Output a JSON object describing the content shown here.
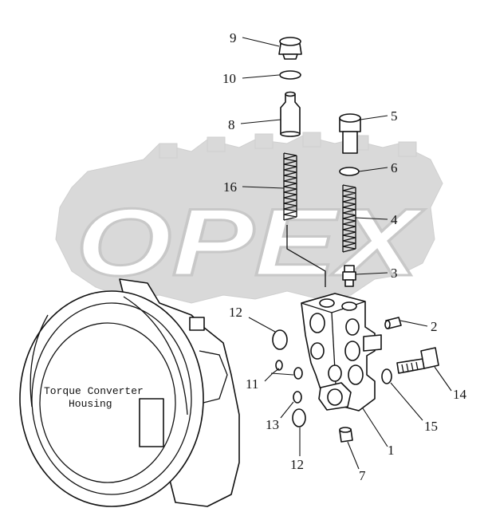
{
  "watermark": {
    "text": "OPEX"
  },
  "housing": {
    "label_line1": "Torque Converter",
    "label_line2": "Housing"
  },
  "callouts": {
    "c1": "1",
    "c2": "2",
    "c3": "3",
    "c4": "4",
    "c5": "5",
    "c6": "6",
    "c7": "7",
    "c8": "8",
    "c9": "9",
    "c10": "10",
    "c11": "11",
    "c12a": "12",
    "c12b": "12",
    "c13": "13",
    "c14": "14",
    "c15": "15",
    "c16": "16"
  }
}
